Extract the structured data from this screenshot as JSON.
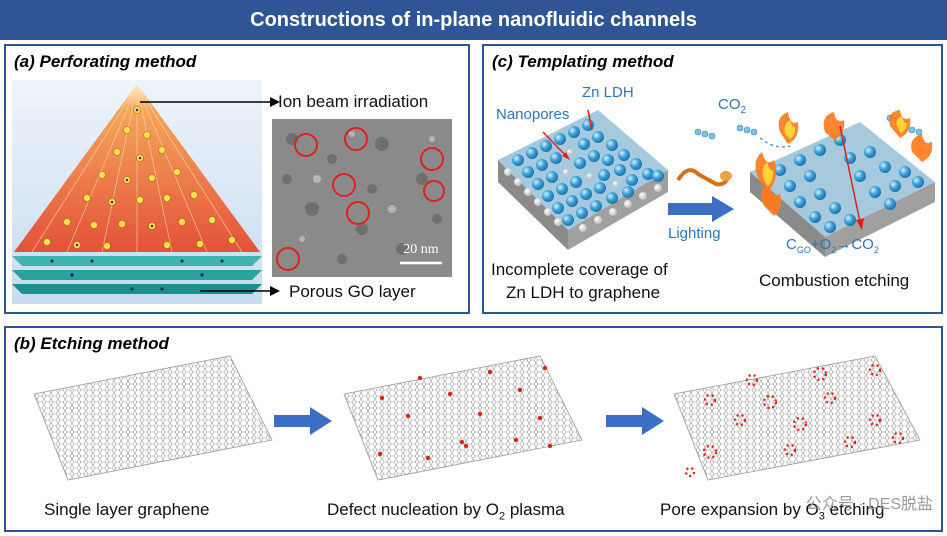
{
  "banner": {
    "title": "Constructions of in-plane nanofluidic channels"
  },
  "panel_a": {
    "title": "(a) Perforating method",
    "ion_beam_label": "Ion beam irradiation",
    "scale_bar": "20 nm",
    "porous_label": "Porous GO layer"
  },
  "panel_c": {
    "title": "(c) Templating method",
    "zn_ldh": "Zn LDH",
    "nanopores": "Nanopores",
    "co2": "CO",
    "co2_sub": "2",
    "lighting": "Lighting",
    "caption_line1": "Incomplete coverage of",
    "caption_line2": "Zn LDH to graphene",
    "combustion": "Combustion etching",
    "reaction_c": "C",
    "reaction_go": "GO",
    "reaction_mid": "+O",
    "reaction_o2": "2",
    "reaction_arrow": "→CO",
    "reaction_co2": "2"
  },
  "panel_b": {
    "title": "(b) Etching method",
    "step1": "Single layer graphene",
    "step2_pre": "Defect nucleation by O",
    "step2_sub": "2",
    "step2_post": " plasma",
    "step3_pre": "Pore expansion by O",
    "step3_sub": "3",
    "step3_post": " etching"
  },
  "watermark": "公众号 · DES脱盐",
  "colors": {
    "frame": "#2f5597",
    "accent_blue": "#2e75b6",
    "defect_red": "#e0201b",
    "arrow_blue": "#3a6fc4"
  }
}
